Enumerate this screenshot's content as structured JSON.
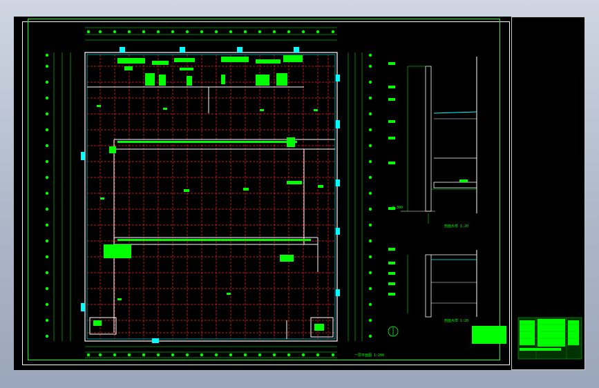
{
  "drawing": {
    "plan_title": "一层平面图  1:200",
    "section_1_title": "剖面大样 1:20",
    "section_2_title": "剖面大样 1:20",
    "elevation_mark": "-0.300"
  },
  "colors": {
    "background": "#000000",
    "grid": "#ff2020",
    "walls": "#ffffff",
    "annotation": "#00ff00",
    "dimension": "#00ffff",
    "highlight": "#00ffff"
  },
  "icons": {
    "north_arrow": "north-arrow-icon"
  }
}
